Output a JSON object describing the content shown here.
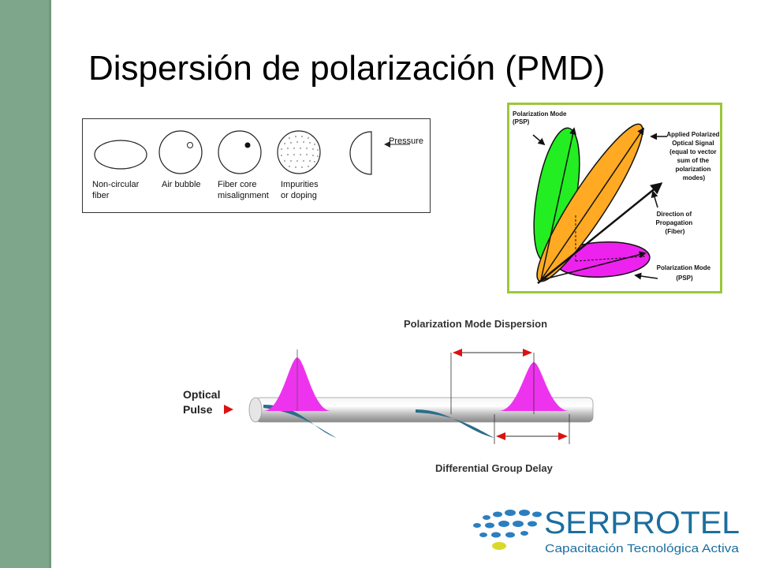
{
  "slide": {
    "title": "Dispersión de polarización (PMD)"
  },
  "causes_figure": {
    "items": [
      {
        "line1": "Non-circular",
        "line2": "fiber"
      },
      {
        "line1": "Air bubble",
        "line2": ""
      },
      {
        "line1": "Fiber core",
        "line2": "misalignment"
      },
      {
        "line1": "Impurities",
        "line2": "or doping"
      }
    ],
    "pressure_label": "Pressure"
  },
  "psp_figure": {
    "psp_top_line1": "Polarization Mode",
    "psp_top_line2": "(PSP)",
    "applied_lines": [
      "Applied Polarized",
      "Optical Signal",
      "(equal to vector",
      "sum of the",
      "polarization",
      "modes)"
    ],
    "direction_lines": [
      "Direction of",
      "Propagation",
      "(Fiber)"
    ],
    "psp_bottom_line1": "Polarization Mode",
    "psp_bottom_line2": "(PSP)",
    "colors": {
      "green": "#22ee22",
      "orange": "#ffaa22",
      "magenta": "#ee22ee"
    }
  },
  "pmd_figure": {
    "title": "Polarization Mode Dispersion",
    "pulse_line1": "Optical",
    "pulse_line2": "Pulse",
    "dgd_label": "Differential Group Delay",
    "colors": {
      "pulse": "#ee33ee",
      "shadow": "#2a6e8a",
      "arrow": "#dd1111"
    }
  },
  "logo": {
    "brand": "SERPROTEL",
    "tagline": "Capacitación Tecnológica Activa",
    "colors": {
      "brand": "#1b6e9e",
      "dots": "#2a7fc0",
      "accent": "#d9d92a"
    }
  }
}
